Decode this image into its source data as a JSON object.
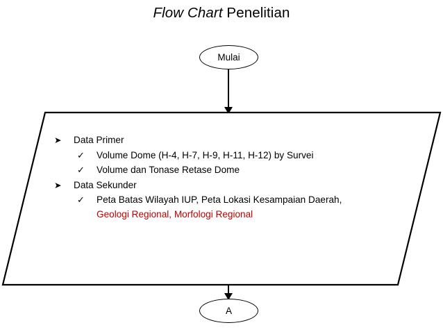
{
  "title": {
    "italic_part": "Flow Chart",
    "normal_part": " Penelitian"
  },
  "nodes": {
    "start_label": "Mulai",
    "end_label": "A"
  },
  "data_block": {
    "items": [
      {
        "level": 1,
        "marker": "arrowhead-bullet",
        "text": "Data Primer"
      },
      {
        "level": 2,
        "marker": "checkmark-bullet",
        "text": "Volume Dome (H-4, H-7, H-9, H-11, H-12) by Survei"
      },
      {
        "level": 2,
        "marker": "checkmark-bullet",
        "text": "Volume dan Tonase Retase Dome"
      },
      {
        "level": 1,
        "marker": "arrowhead-bullet",
        "text": "Data Sekunder"
      },
      {
        "level": 2,
        "marker": "checkmark-bullet",
        "text": "Peta Batas Wilayah IUP, Peta Lokasi Kesampaian Daerah, ",
        "text_red": "Geologi Regional, Morfologi Regional"
      }
    ]
  },
  "colors": {
    "stroke": "#000000",
    "highlight": "#c00000",
    "background": "#ffffff"
  },
  "icons": {
    "arrow_bullet_glyph": "➤",
    "check_bullet_glyph": "✓"
  }
}
